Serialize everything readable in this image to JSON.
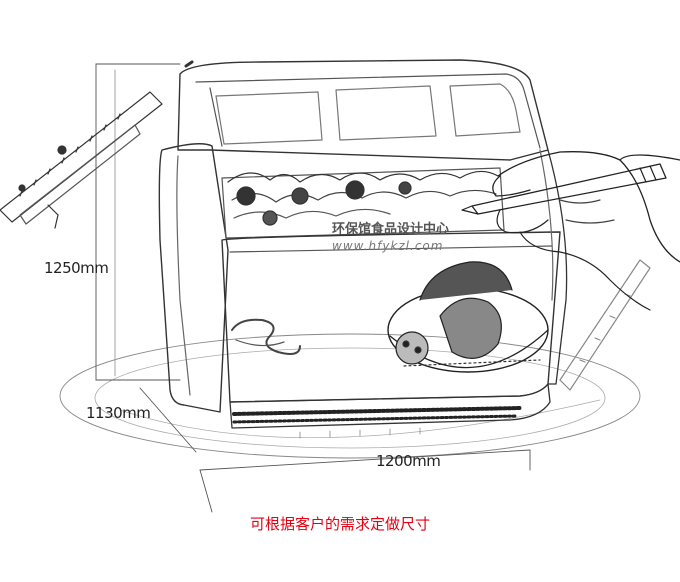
{
  "dimensions": {
    "height": "1250mm",
    "depth": "1130mm",
    "width": "1200mm"
  },
  "caption": "可根据客户的需求定做尺寸",
  "watermark": {
    "name": "环保馆食品设计中心",
    "url": "www.hfykzl.com"
  },
  "colors": {
    "caption": "#e60012",
    "line": "#333333"
  }
}
